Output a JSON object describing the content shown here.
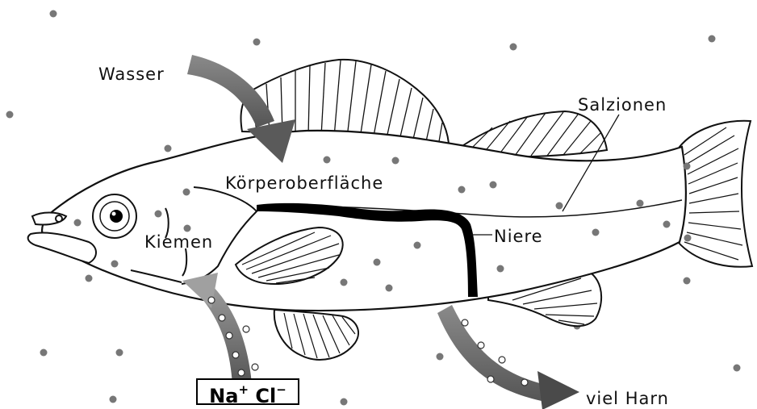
{
  "labels": {
    "water": "Wasser",
    "salt_ions": "Salzionen",
    "body_surface": "Körperoberfläche",
    "kidney": "Niere",
    "gills": "Kiemen",
    "urine": "viel Harn"
  },
  "ions": {
    "na": "Na",
    "na_charge": "+",
    "cl": "Cl",
    "cl_charge": "−"
  },
  "colors": {
    "water_arrow": "#6a6a6a",
    "ion_dot": "#777777",
    "outline": "#111111",
    "kidney": "#000000",
    "background": "#ffffff"
  }
}
